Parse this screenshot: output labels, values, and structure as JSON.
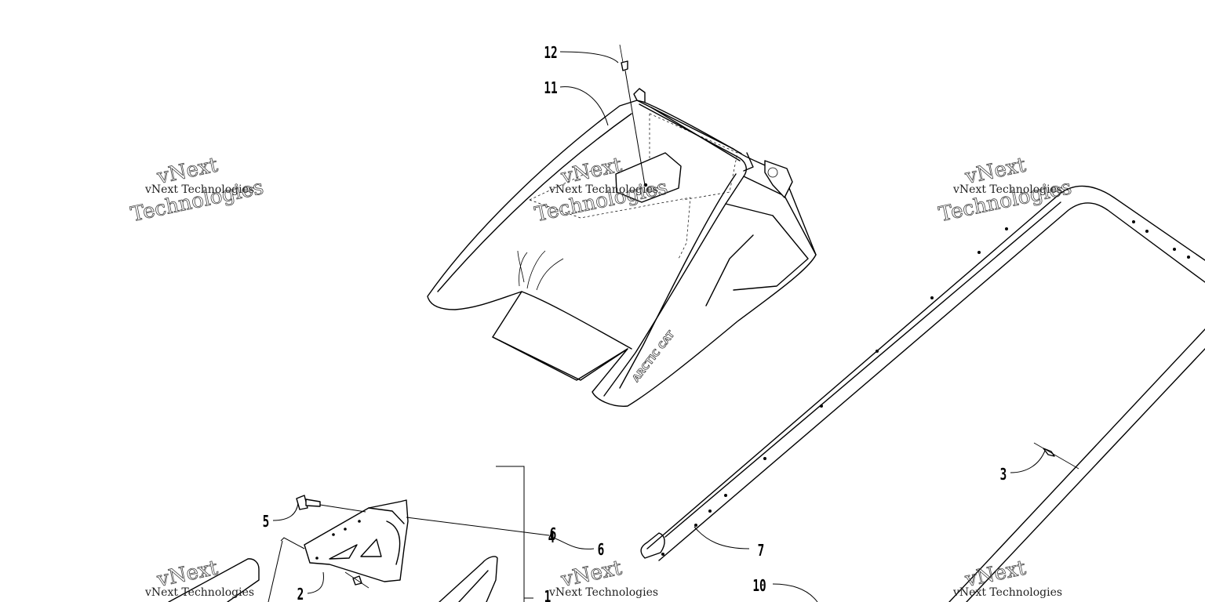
{
  "callouts": {
    "c1": "1",
    "c2": "2",
    "c3": "3",
    "c4": "4",
    "c5": "5",
    "c6": "6",
    "c7": "7",
    "c10": "10",
    "c11": "11",
    "c12": "12"
  },
  "windshield_brand": "ARCTIC CAT",
  "watermark": {
    "line": "vNext Technologies",
    "arc_top": "vNext",
    "arc_bottom": "Technologies"
  }
}
